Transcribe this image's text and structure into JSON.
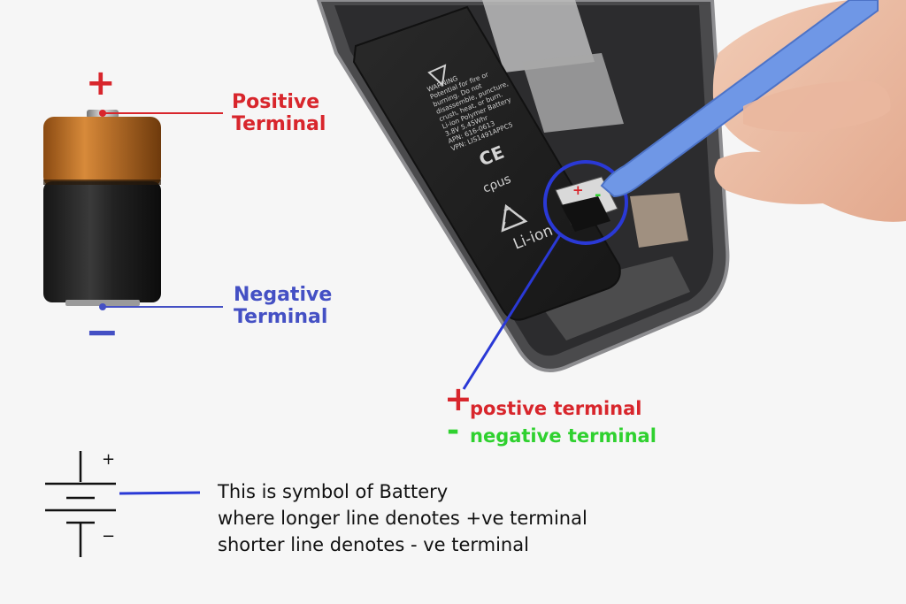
{
  "battery_cell": {
    "plus_sign": "+",
    "minus_sign": "−",
    "positive_label_line1": "Positive",
    "positive_label_line2": "Terminal",
    "negative_label_line1": "Negative",
    "negative_label_line2": "Terminal"
  },
  "phone": {
    "battery_warning_text": [
      "WARNING",
      "Potential for fire or",
      "burning. Do not",
      "disassemble, puncture,",
      "crush, heat, or burn.",
      "Li-ion Polymer Battery",
      "3.8V 5.45Whr",
      "APN: 616-0613",
      "VPN: LIS1491APPC5"
    ],
    "battery_ce_text": "CE",
    "battery_ul_text": "cρus",
    "battery_liion_text": "Li-ion",
    "connector_plus": "+",
    "connector_minus": "-"
  },
  "connector_legend": {
    "plus_sign": "+",
    "minus_sign": "-",
    "positive_text": "postive terminal",
    "negative_text": "negative terminal"
  },
  "symbol": {
    "plus_sign": "+",
    "minus_sign": "−",
    "line1": "This is symbol of Battery",
    "line2": "where longer line denotes +ve terminal",
    "line3": "shorter line denotes - ve terminal"
  },
  "colors": {
    "red": "#d8262c",
    "blue": "#4450c4",
    "green": "#2fd12f",
    "tool_blue": "#6f97e6"
  }
}
